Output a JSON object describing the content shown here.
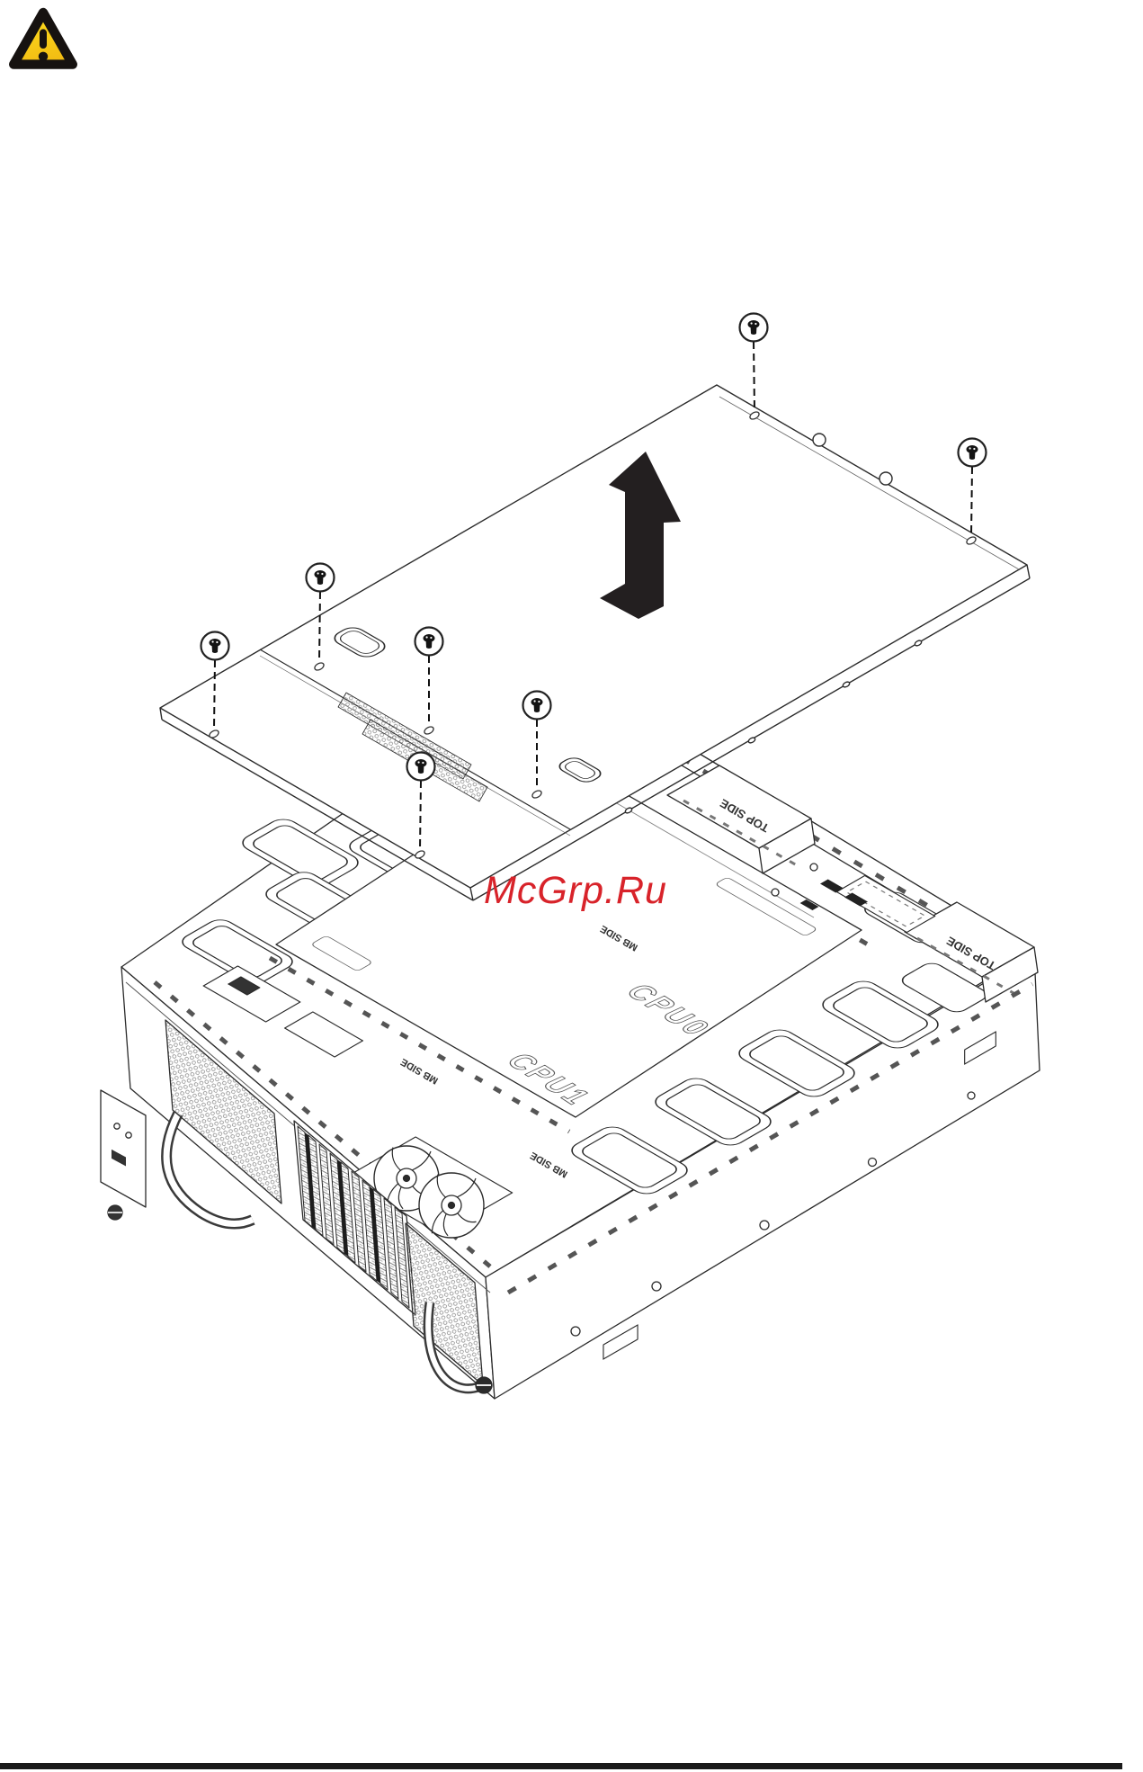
{
  "page": {
    "background": "#ffffff"
  },
  "warning": {
    "icon": "warning-triangle-icon",
    "fill_color": "#FFD10A",
    "border_color": "#161210"
  },
  "watermark": {
    "text": "McGrp.Ru",
    "color": "#D8232A"
  },
  "illustration": {
    "description": "Exploded view: removing server top cover",
    "cover": {
      "screw_count": 7,
      "screw_icon": "screw-icon",
      "arrow_icon": "lift-arrow-icon",
      "arrow_color": "#231F20"
    },
    "chassis": {
      "labels": {
        "top_side_rear_left": "TOP SIDE",
        "top_side_rear_right": "TOP SIDE",
        "mb_side_a": "MB SIDE",
        "mb_side_b": "MB SIDE",
        "mb_side_c": "MB SIDE",
        "cpu0": "CPU0",
        "cpu1": "CPU1"
      }
    }
  },
  "footer": {
    "divider_color": "#1B1B1B"
  }
}
